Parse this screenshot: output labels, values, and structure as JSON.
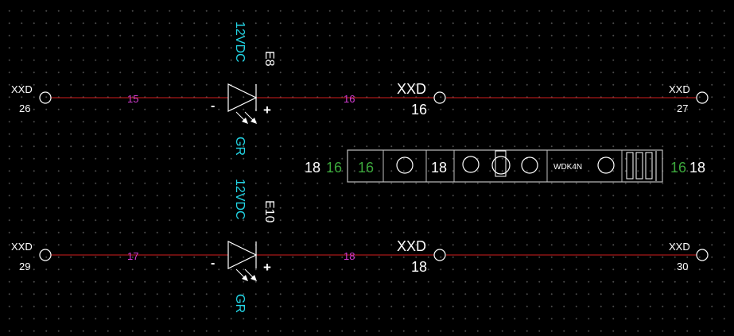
{
  "colors": {
    "wire": "#d21e1e",
    "wire_number": "#d23cd2",
    "cyan": "#22d6e6",
    "white": "#ffffff",
    "green": "#3ca83c",
    "outline": "#bfbfbf"
  },
  "circuit_1": {
    "left_terminal": {
      "name": "XXD",
      "number": "26"
    },
    "wire_left_number": "15",
    "lamp": {
      "tag": "E8",
      "voltage": "12VDC",
      "color_code": "GR",
      "minus": "-",
      "plus": "+"
    },
    "wire_right_number": "16",
    "mid_terminal": {
      "name": "XXD",
      "number": "16"
    },
    "right_terminal": {
      "name": "XXD",
      "number": "27"
    }
  },
  "circuit_2": {
    "left_terminal": {
      "name": "XXD",
      "number": "29"
    },
    "wire_left_number": "17",
    "lamp": {
      "tag": "E10",
      "voltage": "12VDC",
      "color_code": "GR",
      "minus": "-",
      "plus": "+"
    },
    "wire_right_number": "18",
    "mid_terminal": {
      "name": "XXD",
      "number": "18"
    },
    "right_terminal": {
      "name": "XXD",
      "number": "30"
    }
  },
  "terminal_strip": {
    "left_number": "18",
    "left_wire": "16",
    "cell_wire": "16",
    "middle_number": "18",
    "model": "WDK4N",
    "right_wire": "16",
    "right_number": "18"
  }
}
